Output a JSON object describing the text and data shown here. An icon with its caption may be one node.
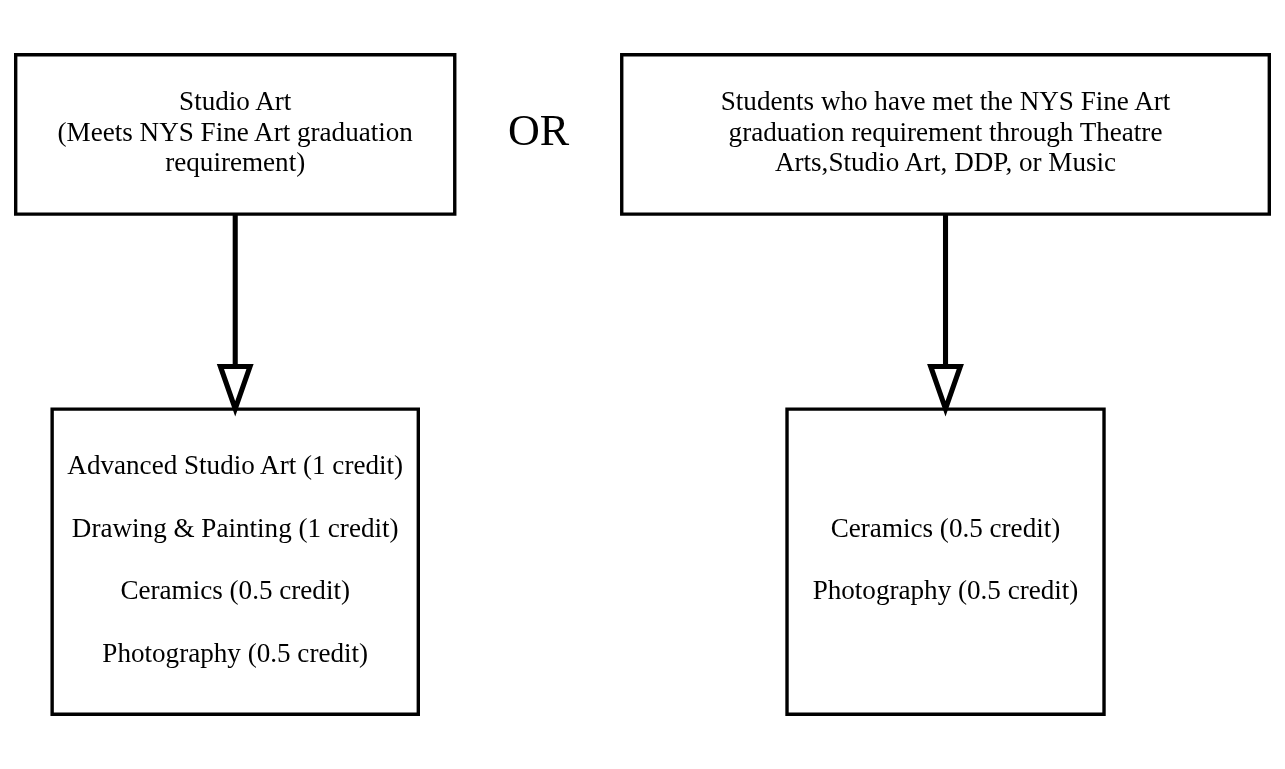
{
  "diagram": {
    "nodes": [
      {
        "text": [
          "Studio Art",
          "(Meets NYS Fine Art graduation requirement)"
        ]
      },
      {
        "text": [
          "Students who have met the NYS Fine Art graduation requirement through Theatre Arts,Studio Art, DDP, or Music"
        ]
      },
      {
        "text": [
          "Advanced Studio Art (1 credit)",
          "Drawing & Painting (1 credit)",
          "Ceramics (0.5 credit)",
          "Photography (0.5 credit)"
        ]
      },
      {
        "text": [
          "Ceramics (0.5 credit)",
          "Photography (0.5 credit)"
        ]
      }
    ],
    "edges": [
      {
        "from": 0,
        "to": 2,
        "arrow": "to"
      },
      {
        "from": 1,
        "to": 3,
        "arrow": "to"
      }
    ],
    "labels": [
      "OR"
    ]
  }
}
